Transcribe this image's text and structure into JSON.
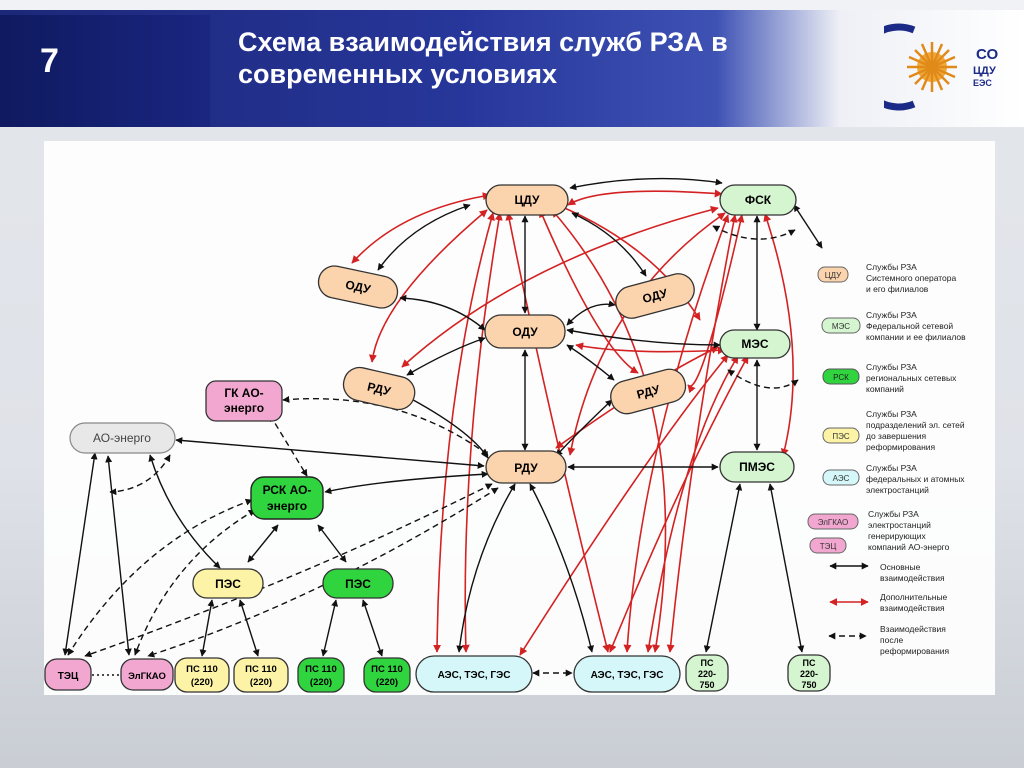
{
  "slide": {
    "number": "7",
    "title_line1": "Схема взаимодействия служб РЗА в",
    "title_line2": "современных условиях",
    "logo_line1": "СО",
    "logo_line2": "ЦДУ",
    "logo_line3": "ЕЭС"
  },
  "nodes": {
    "cdu": "ЦДУ",
    "fsk": "ФСК",
    "odu_left": "ОДУ",
    "odu_center": "ОДУ",
    "odu_right": "ОДУ",
    "mes": "МЭС",
    "rdu_left": "РДУ",
    "rdu_center": "РДУ",
    "rdu_right": "РДУ",
    "gk_line1": "ГК АО-",
    "gk_line2": "энерго",
    "ao": "АО-энерго",
    "pmes": "ПМЭС",
    "rsk_line1": "РСК АО-",
    "rsk_line2": "энерго",
    "pes_yellow": "ПЭС",
    "pes_green": "ПЭС",
    "tec": "ТЭЦ",
    "elgkao": "ЭлГКАО",
    "ps_y1_line1": "ПС 110",
    "ps_y1_line2": "(220)",
    "ps_y2_line1": "ПС 110",
    "ps_y2_line2": "(220)",
    "ps_g1_line1": "ПС 110",
    "ps_g1_line2": "(220)",
    "ps_g2_line1": "ПС 110",
    "ps_g2_line2": "(220)",
    "aes_left": "АЭС, ТЭС, ГЭС",
    "aes_right": "АЭС, ТЭС, ГЭС",
    "ps_b1_line1": "ПС",
    "ps_b1_line2": "220-",
    "ps_b1_line3": "750",
    "ps_b2_line1": "ПС",
    "ps_b2_line2": "220-",
    "ps_b2_line3": "750"
  },
  "legend": {
    "cdu": {
      "tag": "ЦДУ",
      "lines": [
        "Службы РЗА",
        "Системного оператора",
        "и его филиалов"
      ]
    },
    "mes": {
      "tag": "МЭС",
      "lines": [
        "Службы РЗА",
        "Федеральной сетевой",
        "компании и ее филиалов"
      ]
    },
    "rsk": {
      "tag": "РСК",
      "lines": [
        "Службы РЗА",
        "региональных сетевых",
        "компаний"
      ]
    },
    "pes": {
      "tag": "ПЭС",
      "lines": [
        "Службы РЗА",
        "подразделений  эл. сетей",
        "до завершения",
        "реформирования"
      ]
    },
    "aes": {
      "tag": "АЭС",
      "lines": [
        "Службы РЗА",
        "федеральных и атомных",
        "электростанций"
      ]
    },
    "gen": {
      "tag1": "ЭлГКАО",
      "tag2": "ТЭЦ",
      "lines": [
        "Службы РЗА",
        "электростанций",
        "генерирующих",
        "компаний АО-энерго"
      ]
    },
    "main": {
      "lines": [
        "Основные",
        "взаимодействия"
      ]
    },
    "extra": {
      "lines": [
        "Дополнительные",
        "взаимодействия"
      ]
    },
    "after": {
      "lines": [
        "Взаимодействия",
        "после",
        "реформирования"
      ]
    }
  },
  "colors": {
    "header_dark": "#1c2878",
    "orange_fill": "#fbd3ad",
    "green_pale": "#d4f5cf",
    "green_bright": "#2fd43e",
    "yellow": "#fdf3a6",
    "pink": "#f2a7d0",
    "cyan": "#d5f7f9",
    "grey": "#e8e8e8",
    "black_arrow": "#111111",
    "red_arrow": "#d42222"
  }
}
